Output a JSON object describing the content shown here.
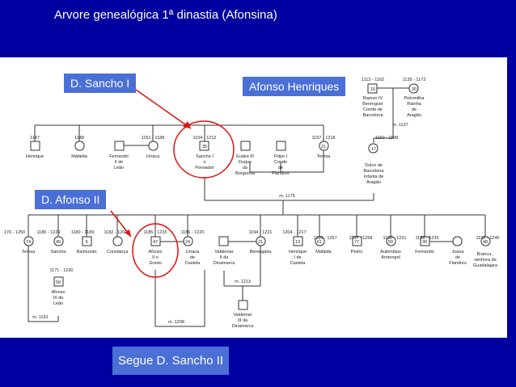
{
  "title": "Arvore genealógica 1ª dinastia (Afonsina)",
  "callouts": {
    "sancho": "D. Sancho I",
    "afonso_henriques": "Afonso Henriques",
    "afonso_ii": "D. Afonso II",
    "next": "Segue D. Sancho II"
  },
  "tree": {
    "ramon_dates": "1113 - 1162",
    "ramon_num": "16",
    "ramon_name": [
      "Ramon IV",
      "Berenguer",
      "Conde de",
      "Barcelona"
    ],
    "petronilha_dates": "1135 - 1173",
    "petronilha_num": "30",
    "petronilha_name": [
      "Petronilha",
      "Rainha",
      "de",
      "Aragão"
    ],
    "marriage_1137": "m. 1137",
    "dulce_dates": "1160 - 1198",
    "dulce_num": "17",
    "dulce_name": [
      "Dulce de",
      "Barcelona",
      "Infanta de",
      "Aragão"
    ],
    "marriage_1175": "m. 1175",
    "gen2_dates": [
      "1147",
      "1148",
      "1151 - 1188",
      "1154 - 1212",
      "1157 - 1218"
    ],
    "henrique_name": "Henrique",
    "mafalda1_name": "Mafalda",
    "fernando1_name": [
      "Fernando",
      "II de",
      "Leão"
    ],
    "urraca1_name": "Urraca",
    "sancho_num": "35",
    "sancho_name": [
      "Sancho I",
      "o",
      "Povoador"
    ],
    "eudes_name": [
      "Eudes III",
      "Duque",
      "da",
      "Borgonha"
    ],
    "filipe_name": [
      "Filipe I",
      "Conde",
      "de",
      "Flandres"
    ],
    "teresa1_num": "21",
    "teresa1_name": "Teresa",
    "gen3_dates": [
      "176 - 1250",
      "1180 - 1229",
      "1180 - 1189",
      "1182 - 1202",
      "1185 - 1233",
      "1186 - 1220",
      "1194 - 1221",
      "1204 - 1217",
      "1200 - 1257",
      "1187 - 1258",
      "1180 - 1231",
      "1188 - 1233",
      "1192 - 1240"
    ],
    "gen3_nums": [
      "74",
      "45",
      "9",
      "",
      "47",
      "24",
      "",
      "21",
      "",
      "13",
      "61",
      "77",
      "50",
      "30",
      "",
      "48"
    ],
    "teresa2_name": "Teresa",
    "sancha_name": "Sancha",
    "raimundo_name": "Raimundo",
    "constanca_name": "Constança",
    "afonso2_name": [
      "Afonso",
      "II o",
      "Gordo"
    ],
    "urraca2_name": [
      "Urraca",
      "de",
      "Castela"
    ],
    "valdemar1_name": [
      "Valdemar",
      "II da",
      "Dinamarca"
    ],
    "berengaria_name": "Berengária",
    "henrique2_name": [
      "Henrique",
      "I de",
      "Castela"
    ],
    "mafalda2_name": "Mafalda",
    "pedro_name": "Pedro",
    "aulembiax_name": [
      "Aulembiax",
      "Armengol"
    ],
    "fernando2_name": "Fernando",
    "joana_name": [
      "Joana",
      "de",
      "Flandres"
    ],
    "branca_name": [
      "Branca ,",
      "senhora de",
      "Guadalajara"
    ],
    "afonso_ix_dates": "1171 - 1230",
    "afonso_ix_num": "59",
    "afonso_ix_name": [
      "Afonso",
      "IX de",
      "Leão"
    ],
    "marriage_1191": "m. 1191",
    "marriage_1208": "m. 1208",
    "marriage_1213": "m. 1213",
    "valdemar3_name": [
      "Valdemar",
      "III da",
      "Dinamarca"
    ]
  }
}
